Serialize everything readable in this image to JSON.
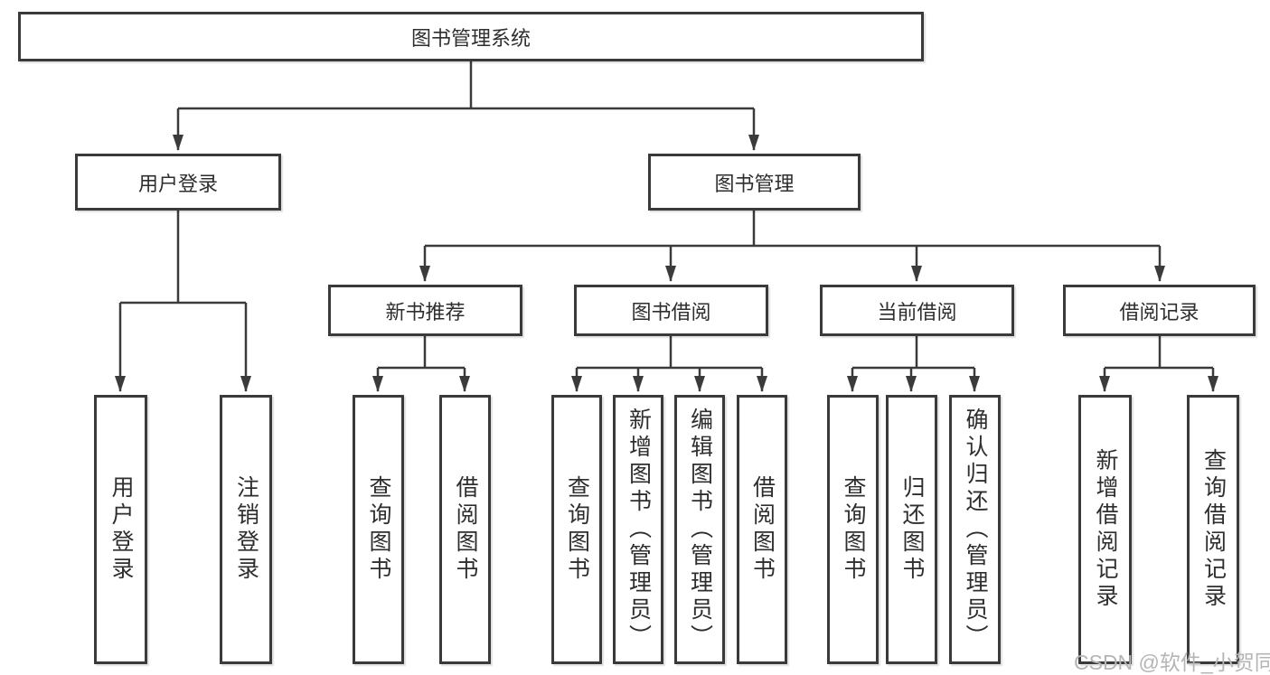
{
  "tree": {
    "root": "图书管理系统",
    "branches": [
      {
        "label": "用户登录",
        "children": [
          "用户登录",
          "注销登录"
        ]
      },
      {
        "label": "图书管理",
        "groups": [
          {
            "label": "新书推荐",
            "children": [
              "查询图书",
              "借阅图书"
            ]
          },
          {
            "label": "图书借阅",
            "children": [
              "查询图书",
              "新增图书（管理员）",
              "编辑图书（管理员）",
              "借阅图书"
            ]
          },
          {
            "label": "当前借阅",
            "children": [
              "查询图书",
              "归还图书",
              "确认归还（管理员）"
            ]
          },
          {
            "label": "借阅记录",
            "children": [
              "新增借阅记录",
              "查询借阅记录"
            ]
          }
        ]
      }
    ]
  },
  "watermark": "CSDN @软件_小贺同学",
  "colors": {
    "line": "#3b3b3b",
    "box_border": "#3a3a3a",
    "text": "#2e2e2e",
    "watermark": "#b5b5b5",
    "background": "#ffffff"
  }
}
